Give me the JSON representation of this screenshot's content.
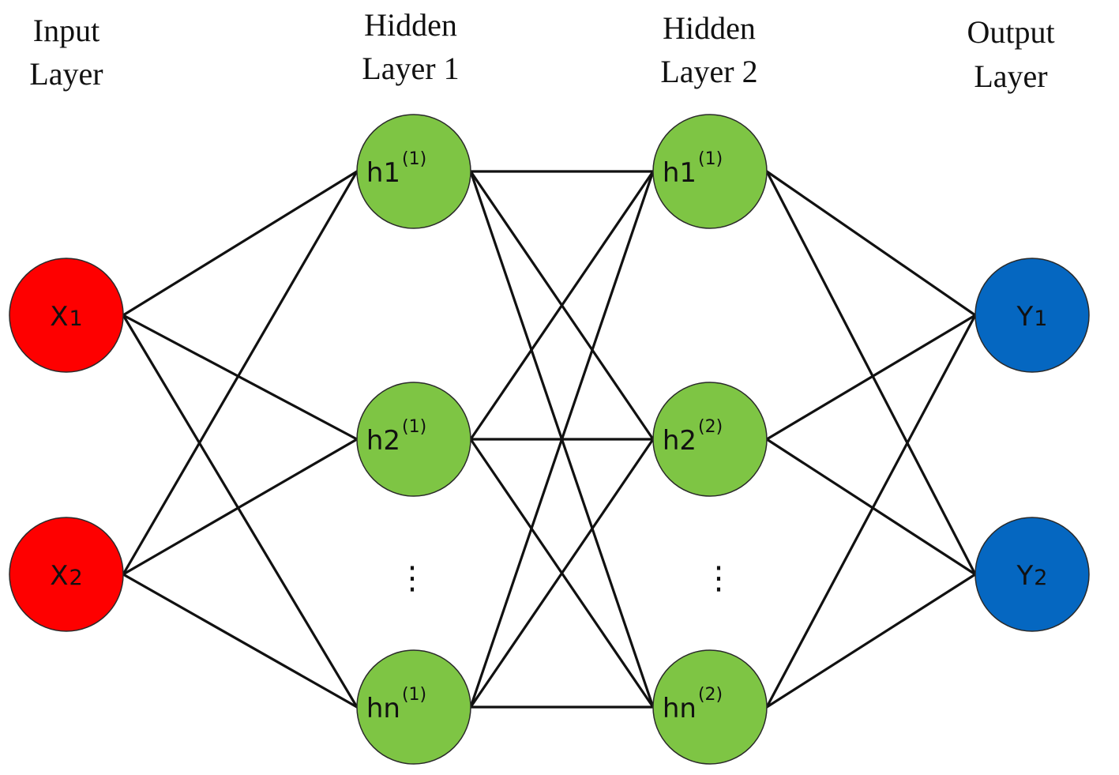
{
  "layers": [
    {
      "title_line1": "Input",
      "title_line2": "Layer"
    },
    {
      "title_line1": "Hidden",
      "title_line2": "Layer 1"
    },
    {
      "title_line1": "Hidden",
      "title_line2": "Layer 2"
    },
    {
      "title_line1": "Output",
      "title_line2": "Layer"
    }
  ],
  "nodes": [
    {
      "id": "x1",
      "layer": 0,
      "base": "X",
      "sub": "1",
      "sup": "",
      "fill": "#fe0000"
    },
    {
      "id": "x2",
      "layer": 0,
      "base": "X",
      "sub": "2",
      "sup": "",
      "fill": "#fe0000"
    },
    {
      "id": "h1_1",
      "layer": 1,
      "base": "h1",
      "sub": "",
      "sup": "(1)",
      "fill": "#7ec544"
    },
    {
      "id": "h2_1",
      "layer": 1,
      "base": "h2",
      "sub": "",
      "sup": "(1)",
      "fill": "#7ec544"
    },
    {
      "id": "hn_1",
      "layer": 1,
      "base": "hn",
      "sub": "",
      "sup": "(1)",
      "fill": "#7ec544"
    },
    {
      "id": "h1_2",
      "layer": 2,
      "base": "h1",
      "sub": "",
      "sup": "(1)",
      "fill": "#7ec544"
    },
    {
      "id": "h2_2",
      "layer": 2,
      "base": "h2",
      "sub": "",
      "sup": "(2)",
      "fill": "#7ec544"
    },
    {
      "id": "hn_2",
      "layer": 2,
      "base": "hn",
      "sub": "",
      "sup": "(2)",
      "fill": "#7ec544"
    },
    {
      "id": "y1",
      "layer": 3,
      "base": "Y",
      "sub": "1",
      "sup": "",
      "fill": "#0567c1"
    },
    {
      "id": "y2",
      "layer": 3,
      "base": "Y",
      "sub": "2",
      "sup": "",
      "fill": "#0567c1"
    }
  ],
  "edges": [
    [
      "x1",
      "h1_1"
    ],
    [
      "x1",
      "h2_1"
    ],
    [
      "x1",
      "hn_1"
    ],
    [
      "x2",
      "h1_1"
    ],
    [
      "x2",
      "h2_1"
    ],
    [
      "x2",
      "hn_1"
    ],
    [
      "h1_1",
      "h1_2"
    ],
    [
      "h1_1",
      "h2_2"
    ],
    [
      "h1_1",
      "hn_2"
    ],
    [
      "h2_1",
      "h1_2"
    ],
    [
      "h2_1",
      "h2_2"
    ],
    [
      "h2_1",
      "hn_2"
    ],
    [
      "hn_1",
      "h1_2"
    ],
    [
      "hn_1",
      "h2_2"
    ],
    [
      "hn_1",
      "hn_2"
    ],
    [
      "h1_2",
      "y1"
    ],
    [
      "h1_2",
      "y2"
    ],
    [
      "h2_2",
      "y1"
    ],
    [
      "h2_2",
      "y2"
    ],
    [
      "hn_2",
      "y1"
    ],
    [
      "hn_2",
      "y2"
    ]
  ],
  "ellipsis": [
    "⋮",
    "⋮"
  ],
  "colors": {
    "edge": "#111111",
    "node_stroke": "#2a2a2a"
  }
}
